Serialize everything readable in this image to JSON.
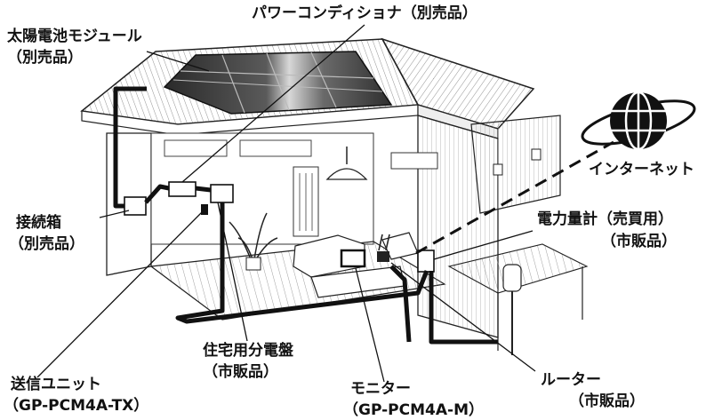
{
  "labels": {
    "solar_module": "太陽電池モジュール",
    "solar_module_note": "（別売品）",
    "power_conditioner": "パワーコンディショナ（別売品）",
    "internet": "インターネット",
    "junction_box": "接続箱",
    "junction_box_note": "（別売品）",
    "power_meter": "電力量計（売買用）",
    "power_meter_note": "（市販品）",
    "distribution_board": "住宅用分電盤",
    "distribution_board_note": "（市販品）",
    "transmitter": "送信ユニット",
    "transmitter_model": "（GP-PCM4A-TX）",
    "monitor": "モニター",
    "monitor_model": "（GP-PCM4A-M）",
    "router": "ルーター",
    "router_note": "（市販品）"
  },
  "icons": {
    "globe": "globe-icon"
  }
}
